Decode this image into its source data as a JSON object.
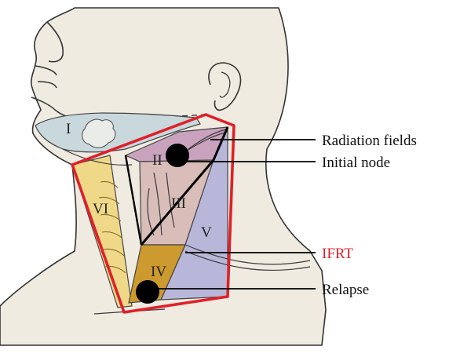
{
  "levels": {
    "I": "I",
    "II": "II",
    "III": "III",
    "IV": "IV",
    "V": "V",
    "VI": "VI"
  },
  "labels": {
    "radiation_fields": "Radiation fields",
    "initial_node": "Initial node",
    "ifrt": "IFRT",
    "relapse": "Relapse"
  },
  "colors": {
    "skin": "#f0ebe1",
    "level_I": "#c9d8dc",
    "level_II": "#c9a2bd",
    "level_III": "#d8bdb8",
    "level_IV": "#cd9a2f",
    "level_V": "#b9b7d9",
    "level_VI": "#efd989",
    "ifrt_outline": "#e0202a",
    "ifrt_label": "#e0202a",
    "node": "#000000"
  }
}
